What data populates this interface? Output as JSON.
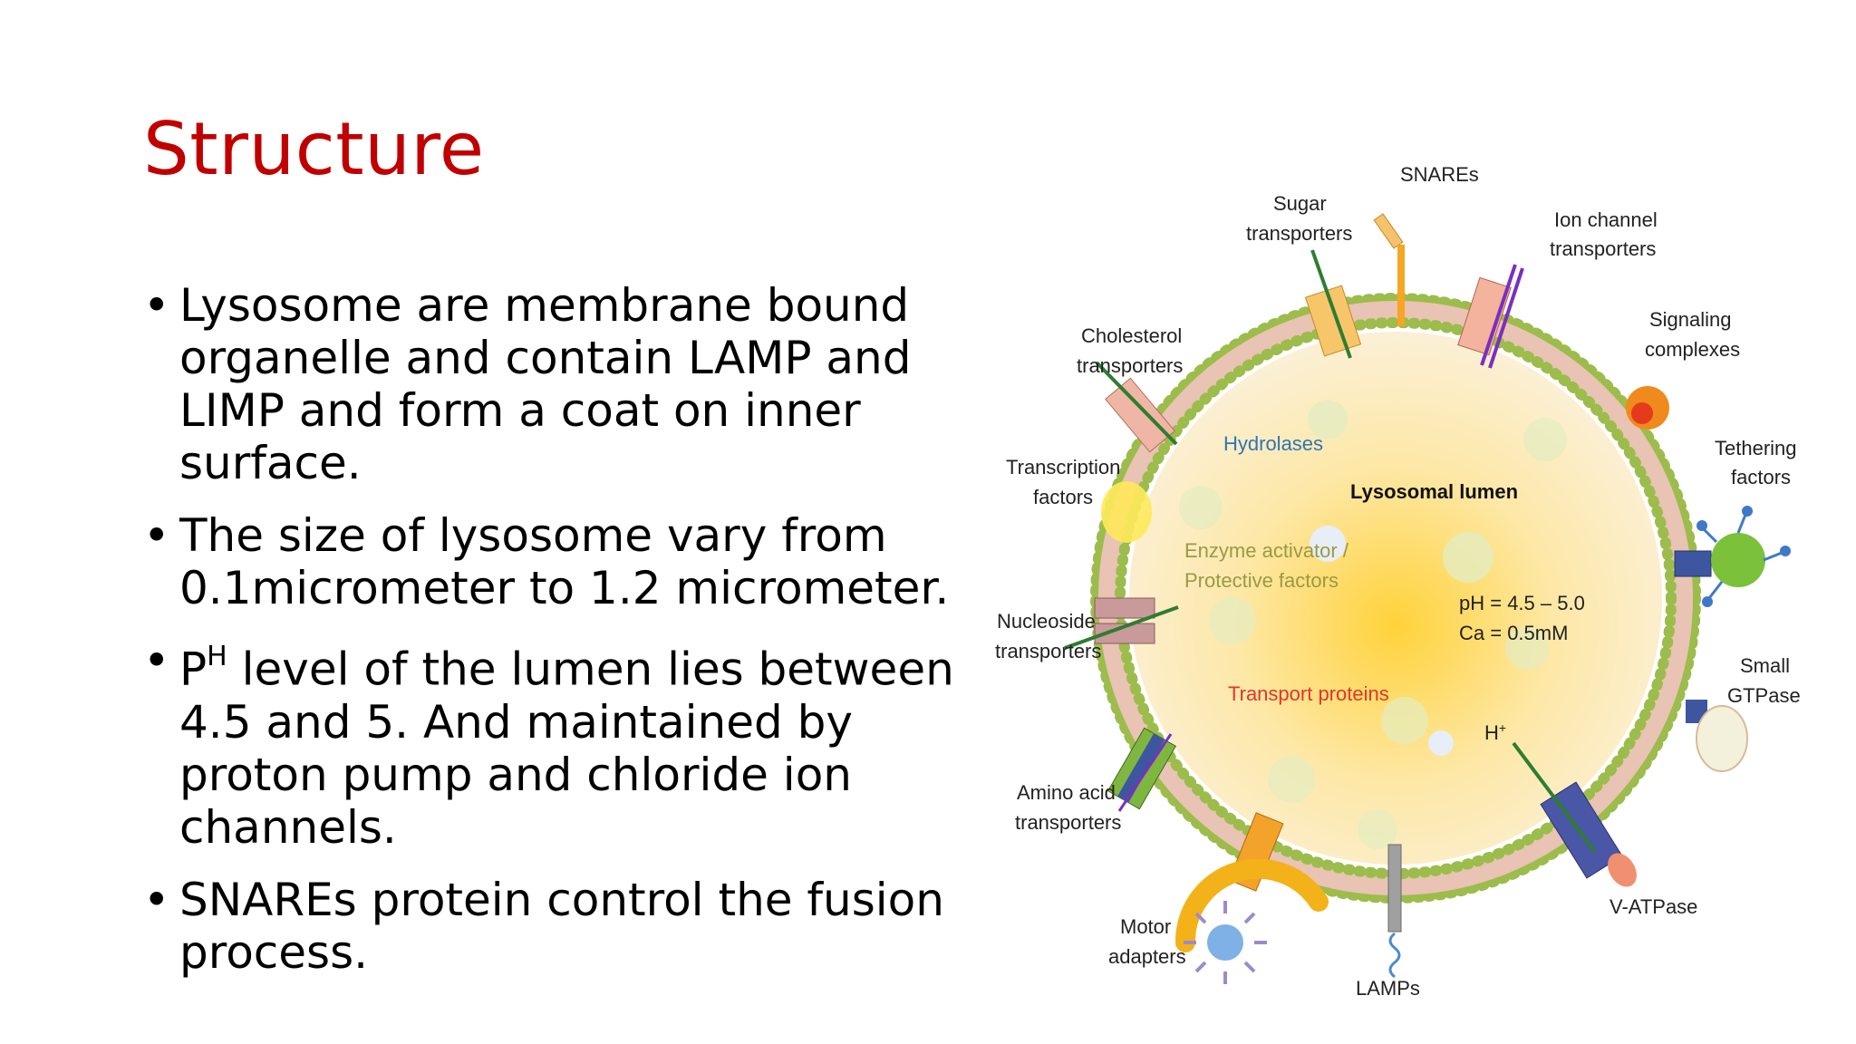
{
  "slide": {
    "title": "Structure",
    "bullets": [
      {
        "text": "Lysosome are membrane  bound organelle and contain LAMP and LIMP and form a coat on inner surface."
      },
      {
        "text": "The size of lysosome vary from 0.1micrometer to 1.2 micrometer."
      },
      {
        "pre": "P",
        "sup": "H",
        "post": " level of the lumen lies between 4.5 and 5. And maintained by proton pump and chloride ion channels."
      },
      {
        "text": "SNAREs protein control the fusion process."
      }
    ],
    "bullet_glyph": "•"
  },
  "figure": {
    "labels": {
      "snares": "SNAREs",
      "sugar_1": "Sugar",
      "sugar_2": "transporters",
      "ion_1": "Ion channel",
      "ion_2": "transporters",
      "signal_1": "Signaling",
      "signal_2": "complexes",
      "chol_1": "Cholesterol",
      "chol_2": "transporters",
      "hydrolases": "Hydrolases",
      "tether_1": "Tethering",
      "tether_2": "factors",
      "trans_1": "Transcription",
      "trans_2": "factors",
      "lumen": "Lysosomal lumen",
      "enzyme_1": "Enzyme activator /",
      "enzyme_2": "Protective factors",
      "ph": "pH = 4.5 – 5.0",
      "ca": "Ca = 0.5mM",
      "nuc_1": "Nucleoside",
      "nuc_2": "transporters",
      "transport_proteins": "Transport proteins",
      "small_1": "Small",
      "small_2": "GTPase",
      "h": "H",
      "h_sup": "+",
      "amino_1": "Amino acid",
      "amino_2": "transporters",
      "vatp": "V-ATPase",
      "motor_1": "Motor",
      "motor_2": "adapters",
      "lamps": "LAMPs"
    }
  }
}
